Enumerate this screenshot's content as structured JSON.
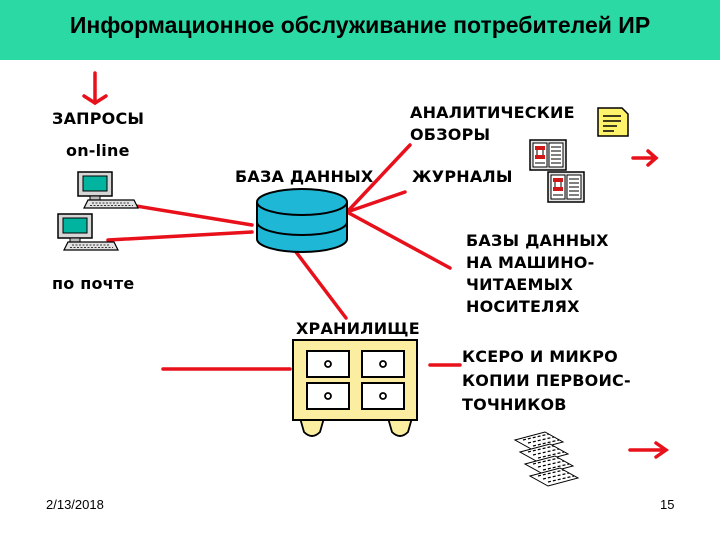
{
  "slide": {
    "title": "Информационное обслуживание потребителей ИР",
    "date": "2/13/2018",
    "page_number": "15"
  },
  "labels": {
    "requests": "ЗАПРОСЫ",
    "online": "on-line",
    "by_mail": "по почте",
    "database": "БАЗА ДАННЫХ",
    "analytic_reviews": [
      "АНАЛИТИЧЕСКИЕ",
      "ОБЗОРЫ"
    ],
    "journals": "ЖУРНАЛЫ",
    "machine_media_db": [
      "БАЗЫ ДАННЫХ",
      "НА МАШИНО-",
      "ЧИТАЕМЫХ",
      "НОСИТЕЛЯХ"
    ],
    "storage": "ХРАНИЛИЩЕ",
    "copies": [
      "КСЕРО И МИКРО",
      "КОПИИ ПЕРВОИС-",
      "ТОЧНИКОВ"
    ]
  },
  "colors": {
    "title_bar": "#2bd9a5",
    "arrow": "#e8101a",
    "cylinder": "#1fb7d6",
    "cabinet": "#fbeea0",
    "screen": "#00b4a0"
  },
  "icons": [
    "computer-icon",
    "document-icon",
    "journal-icon",
    "database-cylinder-icon",
    "storage-cabinet-icon",
    "microfiche-icon"
  ]
}
